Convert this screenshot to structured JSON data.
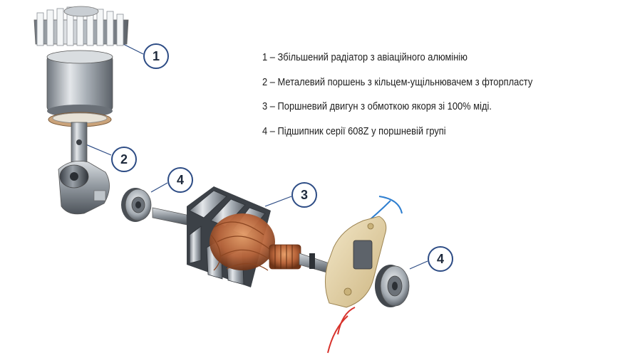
{
  "callouts": {
    "c1": "1",
    "c2": "2",
    "c3": "3",
    "c4a": "4",
    "c4b": "4"
  },
  "legend": [
    {
      "text": "1 – Збільшений радіатор з авіаційного алюмінію"
    },
    {
      "text": "2 – Металевий поршень з кільцем-ущільнювачем з фторпласту"
    },
    {
      "text": "3 – Поршневий двигун з обмоткою якоря зі 100% міді."
    },
    {
      "text": "4 – Підшипник серії 608Z у поршневій групі"
    }
  ],
  "colors": {
    "callout_border": "#2d4c85",
    "leader_line": "#2d4c85",
    "copper": "#b8643a",
    "steel": "#9ca3ab",
    "plastic": "#e6d3a8",
    "wire_blue": "#2f7fd0",
    "wire_red": "#d8322c"
  }
}
